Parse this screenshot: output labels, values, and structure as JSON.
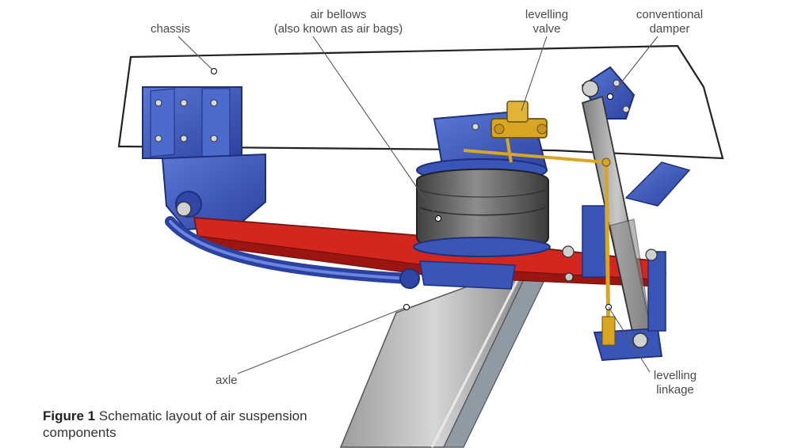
{
  "labels": {
    "chassis": "chassis",
    "bellows_line1": "air bellows",
    "bellows_line2": "(also known as air bags)",
    "valve_line1": "levelling",
    "valve_line2": "valve",
    "damper_line1": "conventional",
    "damper_line2": "damper",
    "axle": "axle",
    "linkage_line1": "levelling",
    "linkage_line2": "linkage"
  },
  "caption": {
    "figure": "Figure 1",
    "text_line1": "Schematic layout of air suspension",
    "text_line2": "components"
  },
  "colors": {
    "bracket_blue": "#3a55b8",
    "arm_red": "#d2261f",
    "brass": "#d8a623",
    "bellows_grey": "#6a6a6a",
    "axle_grey": "#b8b8b8"
  }
}
